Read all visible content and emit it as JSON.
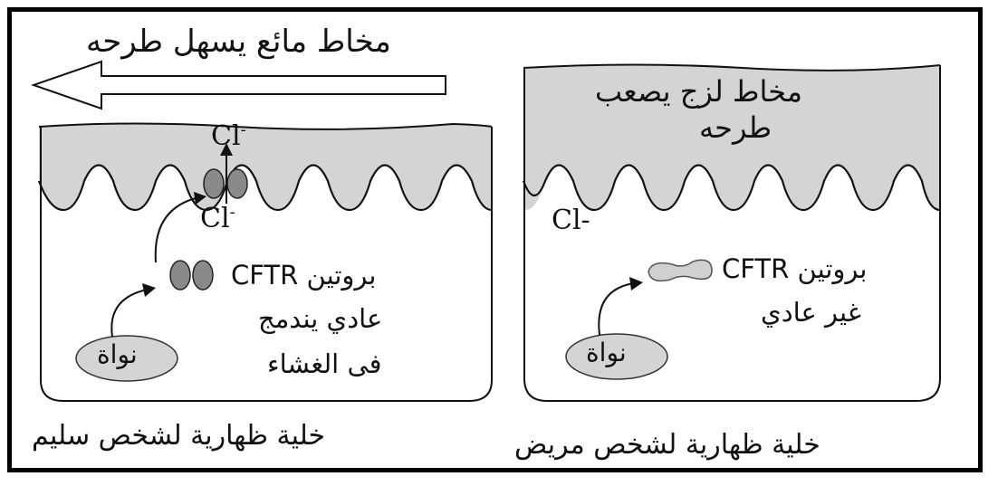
{
  "healthy_cell": {
    "mucus_label": "مخاط مائع يسهل طرحه",
    "cl_top": "Cl",
    "cl_bottom": "Cl",
    "charge": "-",
    "protein_line1": "بروتين CFTR",
    "protein_line2": "عادي يندمج",
    "protein_line3": "فى الغشاء",
    "nucleus_label": "نواة",
    "caption": "خلية ظهارية لشخص سليم"
  },
  "sick_cell": {
    "mucus_line1": "مخاط لزج  يصعب",
    "mucus_line2": "طرحه",
    "cl_label": "Cl-",
    "protein_line1": "بروتين CFTR",
    "protein_line2": "غير عادي",
    "nucleus_label": "نواة",
    "caption": "خلية ظهارية لشخص مريض"
  },
  "colors": {
    "mucus": "#d4d4d4",
    "protein": "#8a8a8a",
    "abnormal_protein": "#d0d0d0",
    "nucleus": "#d4d4d4",
    "outline": "#111111"
  }
}
